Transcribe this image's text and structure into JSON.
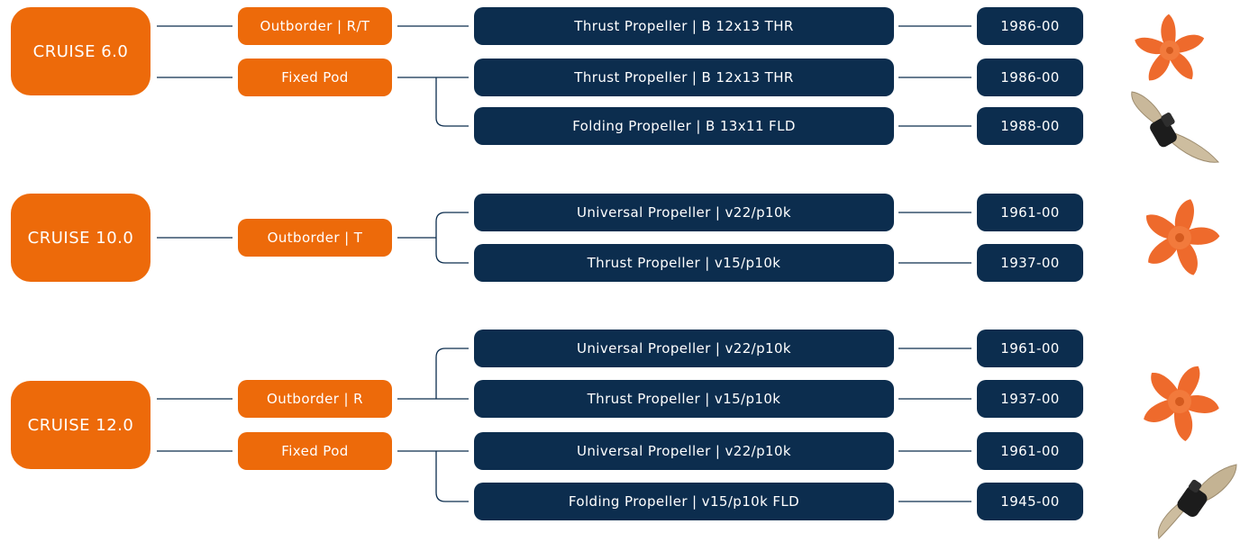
{
  "colors": {
    "orange": "#ED6A0A",
    "navy": "#0C2D4E",
    "line": "#0C2D4E"
  },
  "groups": [
    {
      "model": "CRUISE 6.0",
      "drives": [
        {
          "label": "Outborder | R/T",
          "props": [
            {
              "name": "Thrust Propeller | B 12x13 THR",
              "code": "1986-00"
            }
          ]
        },
        {
          "label": "Fixed Pod",
          "props": [
            {
              "name": "Thrust Propeller | B 12x13 THR",
              "code": "1986-00"
            },
            {
              "name": "Folding Propeller | B 13x11 FLD",
              "code": "1988-00"
            }
          ]
        }
      ]
    },
    {
      "model": "CRUISE 10.0",
      "drives": [
        {
          "label": "Outborder | T",
          "props": [
            {
              "name": "Universal Propeller | v22/p10k",
              "code": "1961-00"
            },
            {
              "name": "Thrust Propeller | v15/p10k",
              "code": "1937-00"
            }
          ]
        }
      ]
    },
    {
      "model": "CRUISE 12.0",
      "drives": [
        {
          "label": "Outborder | R",
          "props": [
            {
              "name": "Universal Propeller | v22/p10k",
              "code": "1961-00"
            },
            {
              "name": "Thrust Propeller | v15/p10k",
              "code": "1937-00"
            }
          ]
        },
        {
          "label": "Fixed Pod",
          "props": [
            {
              "name": "Universal Propeller | v22/p10k",
              "code": "1961-00"
            },
            {
              "name": "Folding Propeller | v15/p10k FLD",
              "code": "1945-00"
            }
          ]
        }
      ]
    }
  ],
  "images": [
    {
      "icon": "orange-propeller-icon"
    },
    {
      "icon": "bronze-folding-propeller-icon"
    },
    {
      "icon": "orange-propeller-icon"
    },
    {
      "icon": "orange-propeller-icon"
    },
    {
      "icon": "bronze-folding-propeller-icon"
    }
  ]
}
